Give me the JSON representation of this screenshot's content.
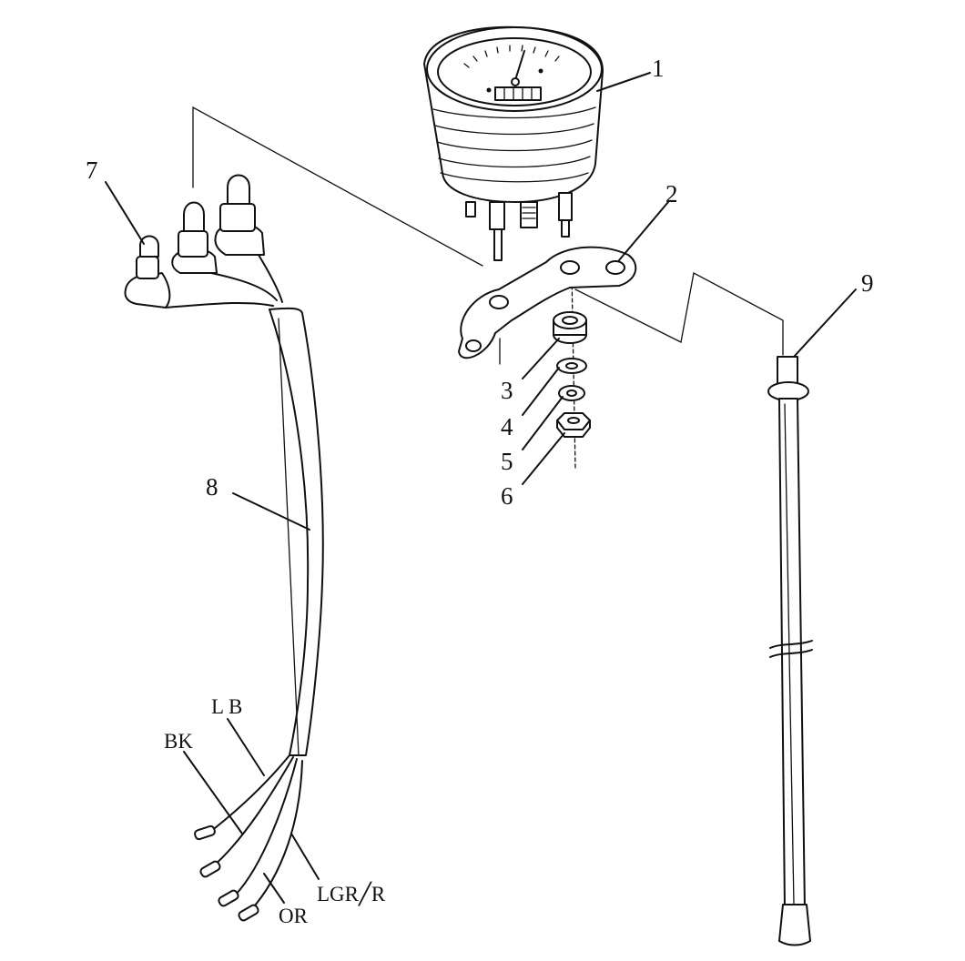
{
  "callouts": [
    {
      "id": "1",
      "text": "1"
    },
    {
      "id": "2",
      "text": "2"
    },
    {
      "id": "3",
      "text": "3"
    },
    {
      "id": "4",
      "text": "4"
    },
    {
      "id": "5",
      "text": "5"
    },
    {
      "id": "6",
      "text": "6"
    },
    {
      "id": "7",
      "text": "7"
    },
    {
      "id": "8",
      "text": "8"
    },
    {
      "id": "9",
      "text": "9"
    }
  ],
  "wire_labels": {
    "lb": "L B",
    "bk": "BK",
    "or": "OR",
    "lgr_r": "LGR╱R"
  }
}
